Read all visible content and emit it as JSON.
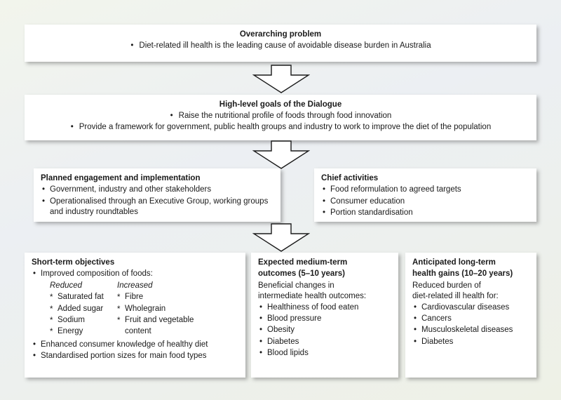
{
  "diagram": {
    "background_color": "#eef1e7",
    "box_fill": "#ffffff",
    "text_color": "#1a1a1a",
    "arrow_fill": "#ffffff",
    "arrow_stroke": "#1a1a1a"
  },
  "overarching": {
    "title": "Overarching problem",
    "bullets": [
      "Diet-related ill health is the leading cause of avoidable disease burden in Australia"
    ]
  },
  "goals": {
    "title": "High-level goals of the Dialogue",
    "bullets": [
      "Raise the nutritional profile of foods through food innovation",
      "Provide a framework for government, public health groups and industry to work to improve the diet of the population"
    ]
  },
  "planned": {
    "title": "Planned engagement and implementation",
    "bullets": [
      "Government, industry and other stakeholders",
      "Operationalised through an Executive Group, working groups and industry roundtables"
    ]
  },
  "chief": {
    "title": "Chief activities",
    "bullets": [
      "Food reformulation to agreed targets",
      "Consumer education",
      "Portion standardisation"
    ]
  },
  "short_term": {
    "title": "Short-term objectives",
    "bullet_1": "Improved composition of foods:",
    "col_reduced_head": "Reduced",
    "col_increased_head": "Increased",
    "col_reduced": [
      "Saturated fat",
      "Added sugar",
      "Sodium",
      "Energy"
    ],
    "col_increased": [
      "Fibre",
      "Wholegrain",
      "Fruit and vegetable"
    ],
    "col_increased_cont": "content",
    "bullet_2": "Enhanced consumer knowledge of healthy diet",
    "bullet_3": "Standardised portion sizes for main food types"
  },
  "medium_term": {
    "title_line_1": "Expected medium-term",
    "title_line_2": "outcomes (5–10 years)",
    "lead_line_1": "Beneficial changes in",
    "lead_line_2": "intermediate health outcomes:",
    "bullets": [
      "Healthiness of food eaten",
      "Blood pressure",
      "Obesity",
      "Diabetes",
      "Blood lipids"
    ]
  },
  "long_term": {
    "title_line_1": "Anticipated long-term",
    "title_line_2": "health gains (10–20 years)",
    "lead_line_1": "Reduced burden of",
    "lead_line_2": "diet-related ill health for:",
    "bullets": [
      "Cardiovascular diseases",
      "Cancers",
      "Musculoskeletal diseases",
      "Diabetes"
    ]
  },
  "arrows": [
    {
      "name": "arrow-overarching-to-goals"
    },
    {
      "name": "arrow-goals-to-middle"
    },
    {
      "name": "arrow-middle-to-outcomes"
    }
  ]
}
